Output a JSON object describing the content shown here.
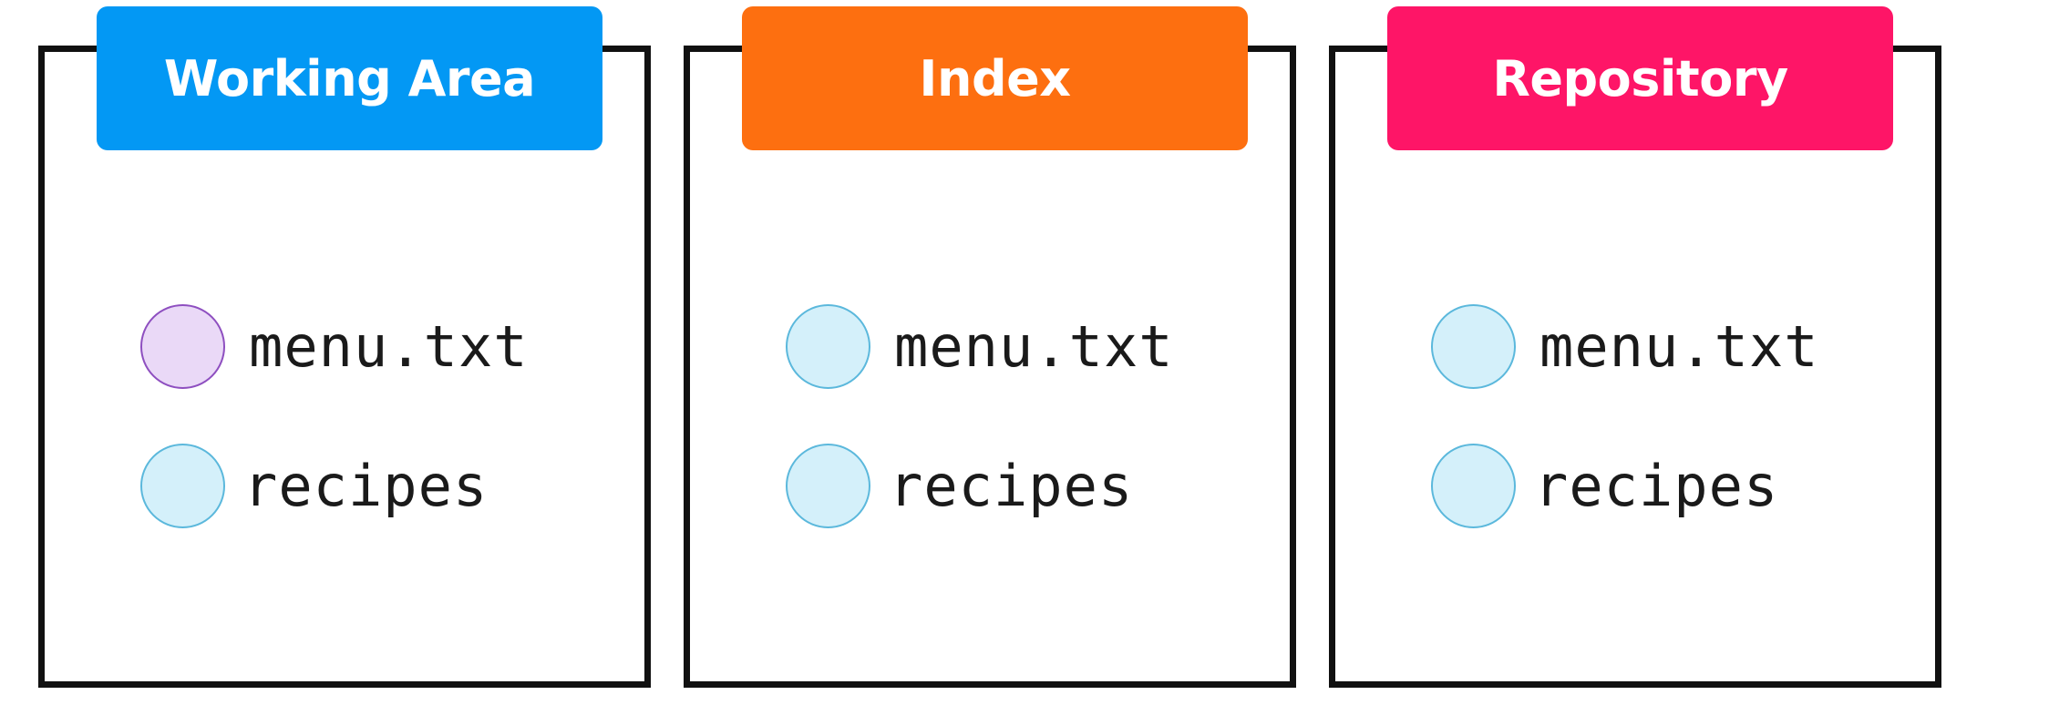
{
  "colors": {
    "working_area": "#0398f4",
    "index": "#fd6f10",
    "repository": "#fe1567",
    "unchanged_fill": "#d4f0fa",
    "unchanged_border": "#5bb8dc",
    "modified_fill": "#ead9f7",
    "modified_border": "#8e4fc0"
  },
  "areas": [
    {
      "title": "Working Area",
      "files": [
        {
          "name": "menu.txt",
          "icon": "circle-modified-icon"
        },
        {
          "name": "recipes",
          "icon": "circle-icon"
        }
      ]
    },
    {
      "title": "Index",
      "files": [
        {
          "name": "menu.txt",
          "icon": "circle-icon"
        },
        {
          "name": "recipes",
          "icon": "circle-icon"
        }
      ]
    },
    {
      "title": "Repository",
      "files": [
        {
          "name": "menu.txt",
          "icon": "circle-icon"
        },
        {
          "name": "recipes",
          "icon": "circle-icon"
        }
      ]
    }
  ]
}
